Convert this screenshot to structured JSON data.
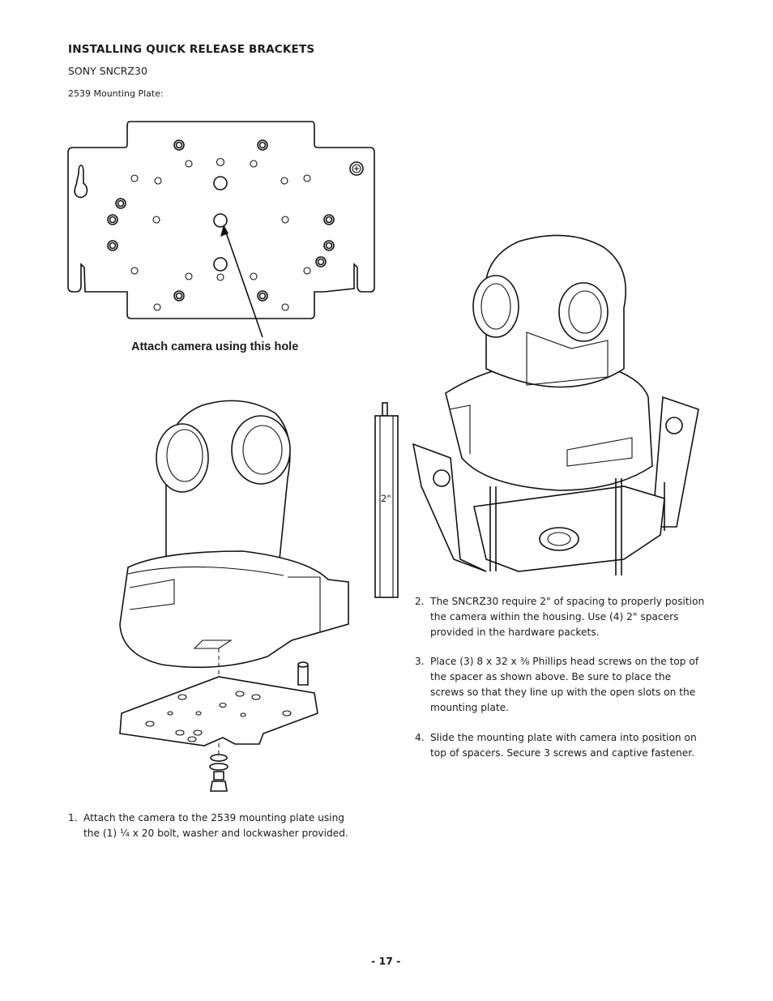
{
  "section_title": "INSTALLING QUICK RELEASE BRACKETS",
  "camera_model": "SONY SNCRZ30",
  "plate_caption": "2539 Mounting Plate:",
  "callout_text": "Attach camera using this hole",
  "spacer_dimension": "2\"",
  "steps": [
    {
      "number": "1.",
      "text": "Attach the camera to the 2539 mounting plate using the (1) ¼ x 20 bolt, washer and lockwasher provided."
    },
    {
      "number": "2.",
      "text": "The SNCRZ30 require 2\" of spacing to properly position the camera within the housing.  Use (4) 2\" spacers provided in the hardware packets."
    },
    {
      "number": "3.",
      "text": "Place (3) 8 x 32 x ⅜ Phillips head screws on the top of the spacer as shown above. Be sure to place the screws so that they line up with the open slots on the mounting plate."
    },
    {
      "number": "4.",
      "text": "Slide the mounting plate with camera into position on top of spacers. Secure 3 screws and captive fastener."
    }
  ],
  "page_number": "- 17 -"
}
